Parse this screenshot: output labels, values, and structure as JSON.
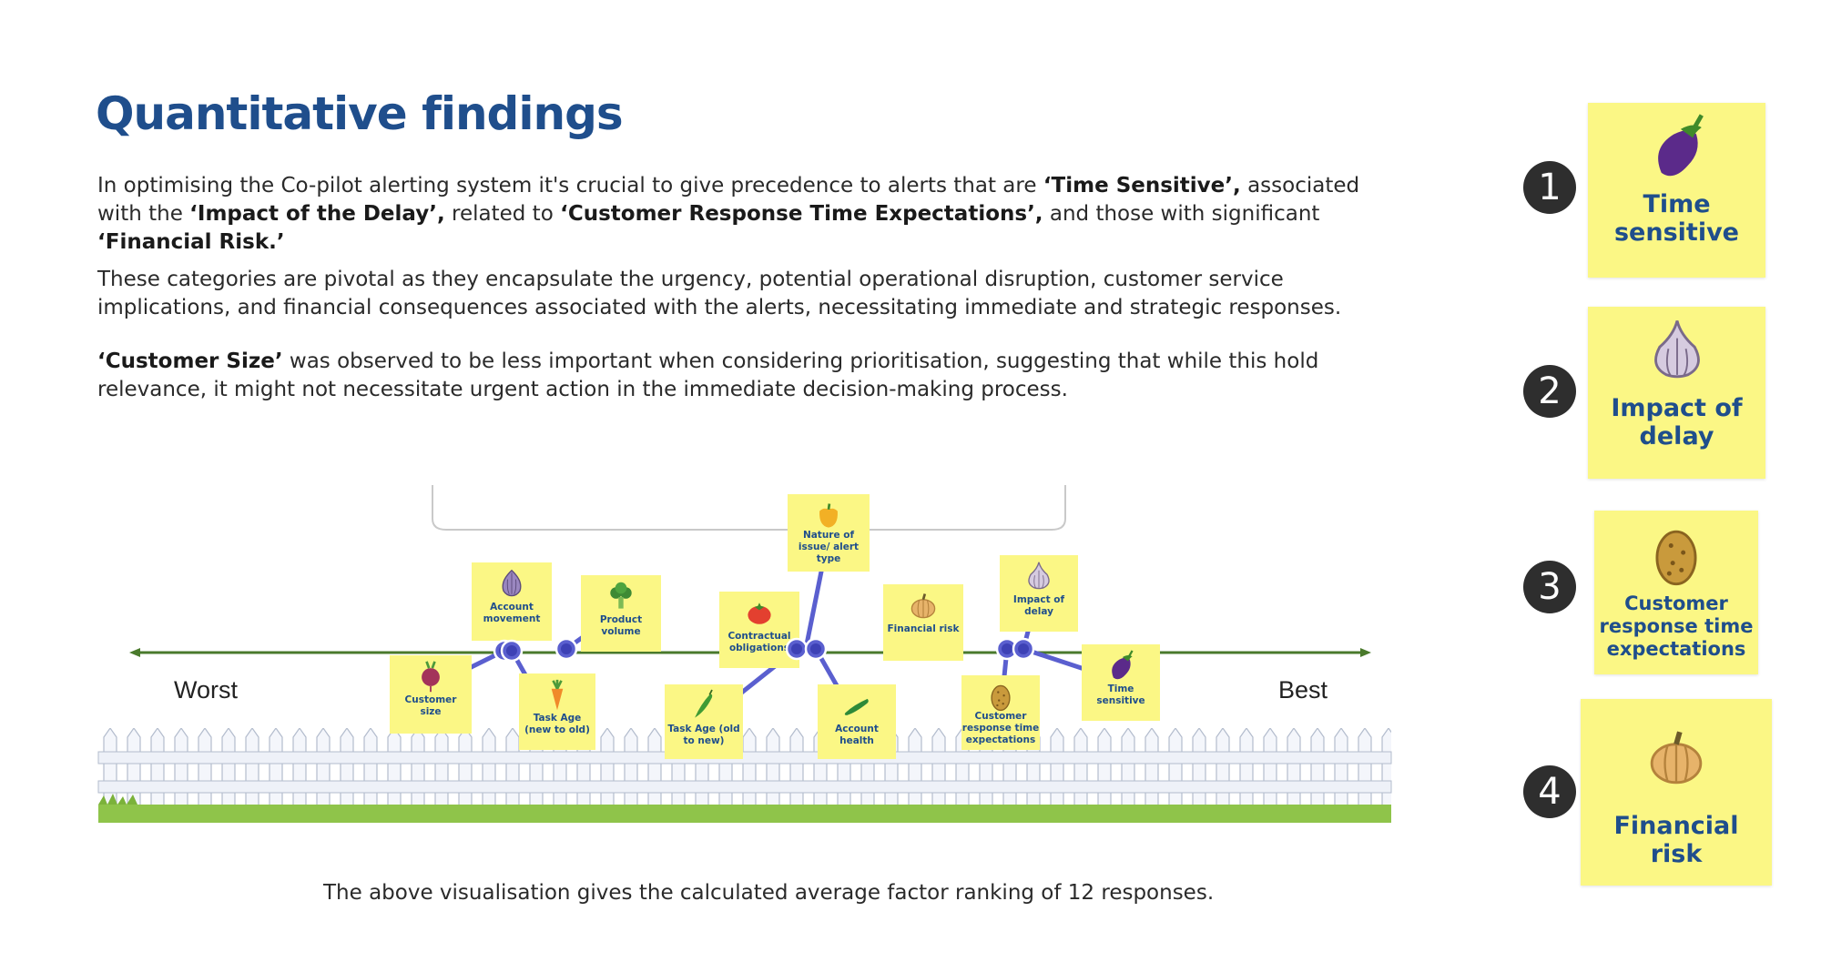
{
  "title": "Quantitative findings",
  "paragraph1": {
    "t1": "In optimising the Co-pilot alerting system it's crucial to give precedence to alerts that are ",
    "b1": "‘Time Sensitive’,",
    "t2": " associated with the ",
    "b2": "‘Impact of the Delay’,",
    "t3": " related to ",
    "b3": "‘Customer Response Time Expectations’,",
    "t4": " and those with significant ",
    "b4": "‘Financial Risk.’"
  },
  "paragraph2": "These categories are pivotal as they encapsulate the urgency, potential operational disruption, customer service implications, and financial consequences associated with the alerts, necessitating immediate and strategic responses.",
  "paragraph3": {
    "b1": "‘Customer Size’",
    "t1": " was observed to be less important when considering prioritisation, suggesting that while this hold relevance, it might not necessitate urgent action in the immediate decision-making process."
  },
  "scale": {
    "left_label": "Worst",
    "right_label": "Best"
  },
  "caption": "The above visualisation gives the calculated average factor ranking of 12 responses.",
  "factors": [
    {
      "label": "Customer size",
      "icon": "beet-icon"
    },
    {
      "label": "Account movement",
      "icon": "onion-icon"
    },
    {
      "label": "Task Age (new to old)",
      "icon": "carrot-icon"
    },
    {
      "label": "Product volume",
      "icon": "broccoli-icon"
    },
    {
      "label": "Task Age (old to new)",
      "icon": "pepper-icon"
    },
    {
      "label": "Contractual obligations",
      "icon": "tomato-icon"
    },
    {
      "label": "Nature of issue/ alert type",
      "icon": "bell-pepper-icon"
    },
    {
      "label": "Account health",
      "icon": "cucumber-icon"
    },
    {
      "label": "Financial risk",
      "icon": "pumpkin-icon"
    },
    {
      "label": "Customer response time expectations",
      "icon": "potato-icon"
    },
    {
      "label": "Impact of delay",
      "icon": "garlic-icon"
    },
    {
      "label": "Time sensitive",
      "icon": "eggplant-icon"
    }
  ],
  "ranking": [
    {
      "rank": "1",
      "label": "Time sensitive",
      "icon": "eggplant-icon"
    },
    {
      "rank": "2",
      "label": "Impact of delay",
      "icon": "garlic-icon"
    },
    {
      "rank": "3",
      "label": "Customer response time expectations",
      "icon": "potato-icon"
    },
    {
      "rank": "4",
      "label": "Financial risk",
      "icon": "pumpkin-icon"
    }
  ],
  "colors": {
    "title": "#1f4e8c",
    "note": "#fbf785",
    "connector": "#5a5fcf",
    "axis": "#4a7a2c",
    "badge": "#2e2e2e"
  }
}
